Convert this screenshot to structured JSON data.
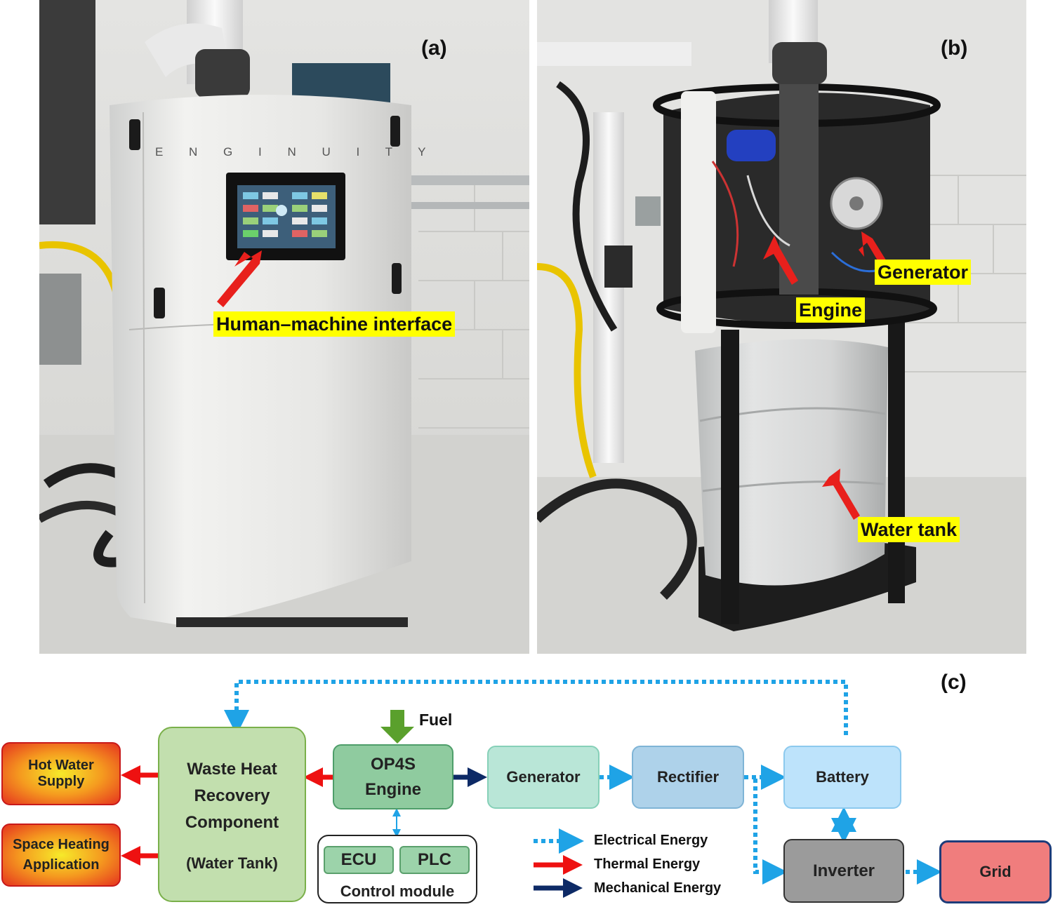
{
  "panels": {
    "a": {
      "label": "(a)",
      "brand_text": "E N G I N U I T Y",
      "callout": "Human–machine interface"
    },
    "b": {
      "label": "(b)",
      "callouts": {
        "generator": "Generator",
        "engine": "Engine",
        "water_tank": "Water tank"
      }
    },
    "c": {
      "label": "(c)"
    }
  },
  "diagram": {
    "fuel_label": "Fuel",
    "boxes": {
      "hot_water": "Hot Water Supply",
      "space_heating": "Space Heating Application",
      "whr_title": "Waste Heat Recovery Component",
      "whr_sub": "(Water Tank)",
      "engine": "OP4S Engine",
      "generator": "Generator",
      "rectifier": "Rectifier",
      "battery": "Battery",
      "inverter": "Inverter",
      "grid": "Grid",
      "ecu": "ECU",
      "plc": "PLC",
      "control_module": "Control module"
    },
    "legend": {
      "electrical": "Electrical Energy",
      "thermal": "Thermal Energy",
      "mechanical": "Mechanical Energy"
    }
  },
  "colors": {
    "electrical": "#1fa3e6",
    "thermal": "#ee1111",
    "mechanical": "#0d2a66",
    "fuel": "#5aa02c",
    "callout_bg": "#ffff00",
    "arrow_red": "#e8201c"
  }
}
